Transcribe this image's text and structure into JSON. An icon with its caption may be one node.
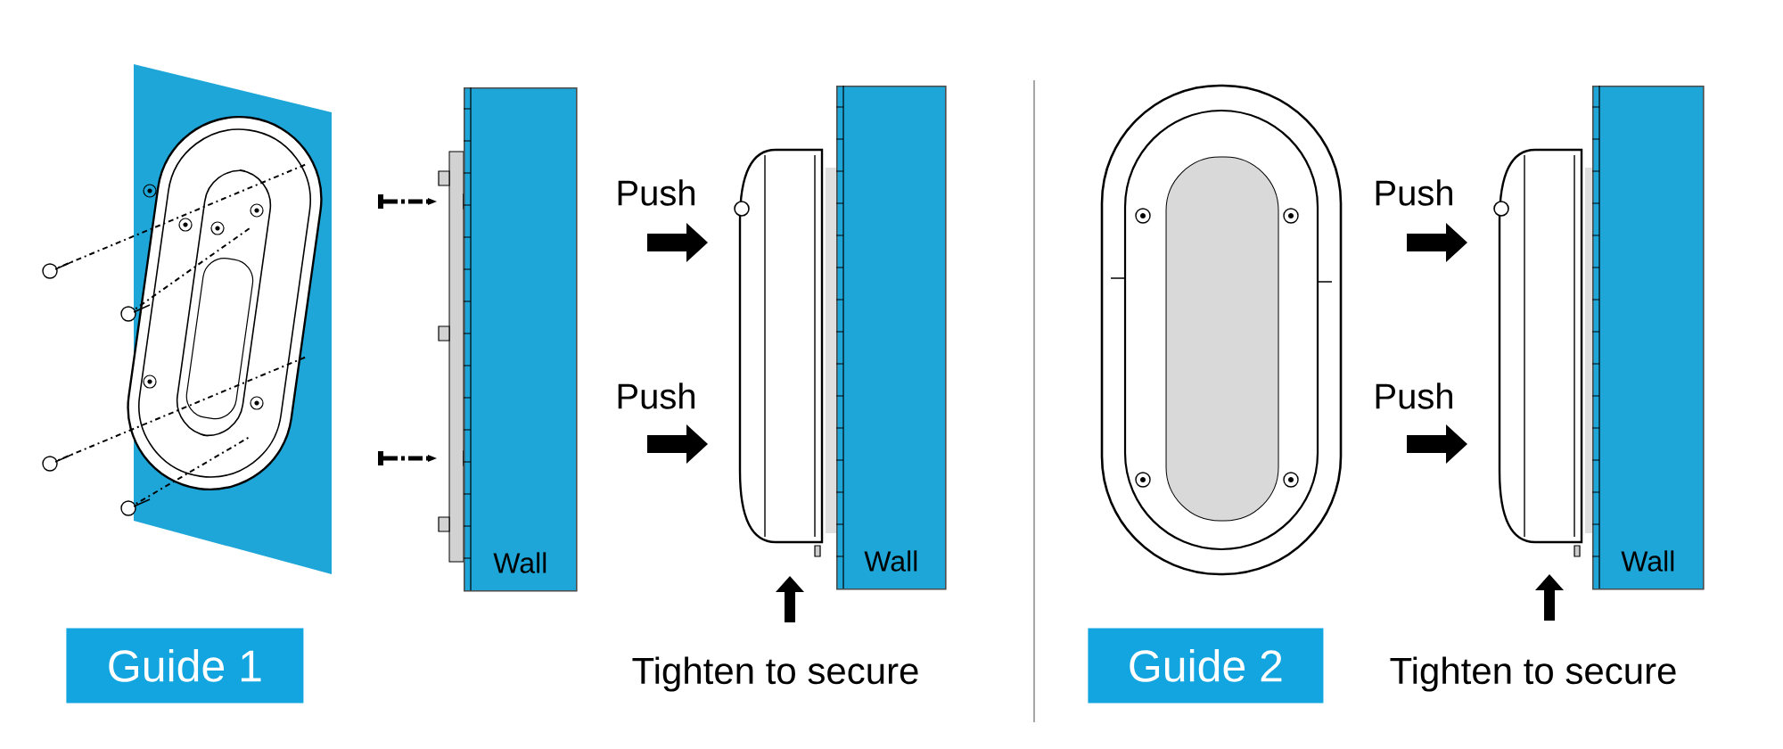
{
  "diagram": {
    "nodes": [
      {
        "text": [
          "Guide 1"
        ]
      },
      {
        "text": [
          "Wall"
        ]
      },
      {
        "text": [
          "Wall"
        ]
      },
      {
        "text": [
          "Guide 2"
        ]
      },
      {
        "text": [
          "Wall"
        ]
      }
    ],
    "edges": [],
    "labels": [
      "Push",
      "Push",
      "Tighten to secure",
      "Push",
      "Push",
      "Tighten to secure"
    ]
  }
}
